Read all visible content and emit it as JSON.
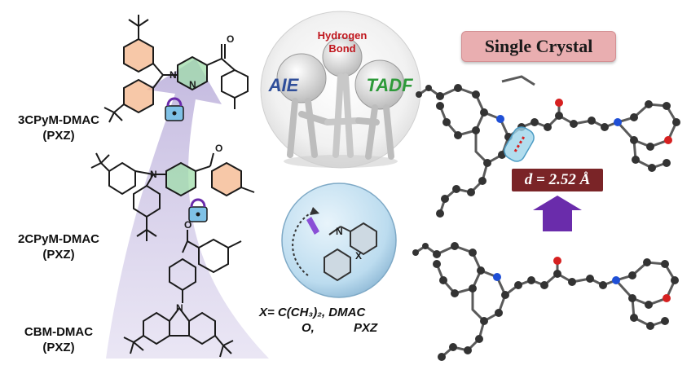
{
  "molecules": [
    {
      "name": "3CPyM-DMAC",
      "variant": "(PXZ)"
    },
    {
      "name": "2CPyM-DMAC",
      "variant": "(PXZ)"
    },
    {
      "name": "CBM-DMAC",
      "variant": "(PXZ)"
    }
  ],
  "concept_figures": {
    "left": "AIE",
    "center_line1": "Hydrogen",
    "center_line2": "Bond",
    "right": "TADF"
  },
  "donor_caption": {
    "line1": "X= C(CH₃)₂,  DMAC",
    "line2_left": "O,",
    "line2_right": "PXZ"
  },
  "crystal": {
    "title": "Single Crystal",
    "distance_label": "d = 2.52 Å"
  },
  "atom_labels": {
    "nitrogen": "N",
    "oxygen": "O",
    "x": "X"
  },
  "colors": {
    "arrow_lavender": "#cfc6e6",
    "orange_ring": "#f4b183",
    "green_ring": "#9fdcaa",
    "dark_box": "#7a2427",
    "title_pink": "#e9aeb0",
    "purple_arrow": "#6a2cab",
    "blue_highlight": "#9fd4ea"
  }
}
